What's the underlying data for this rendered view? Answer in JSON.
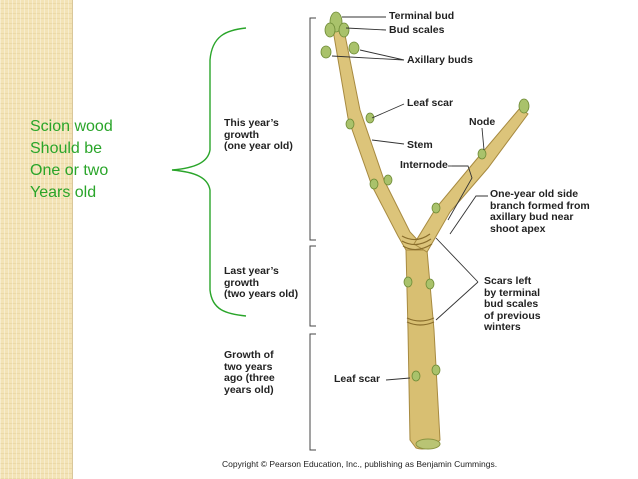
{
  "side_note": {
    "lines": [
      "Scion wood",
      "Should be",
      "One or two",
      "Years old"
    ],
    "color": "#2aa52a"
  },
  "labels": {
    "terminal_bud": "Terminal bud",
    "bud_scales": "Bud scales",
    "axillary_buds": "Axillary buds",
    "leaf_scar_top": "Leaf scar",
    "node": "Node",
    "stem": "Stem",
    "internode": "Internode",
    "side_branch": "One-year old side\nbranch formed from\naxillary bud near\nshoot apex",
    "scars": "Scars left\nby terminal\nbud scales\nof previous\nwinters",
    "leaf_scar_bottom": "Leaf scar",
    "this_year": "This year’s\ngrowth\n(one year old)",
    "last_year": "Last year’s\ngrowth\n(two years old)",
    "two_years_ago": "Growth of\ntwo years\nago (three\nyears old)"
  },
  "copyright": "Copyright © Pearson Education, Inc., publishing as Benjamin Cummings.",
  "colors": {
    "stem": "#d8bf72",
    "stem_dark": "#b89a4c",
    "bud": "#a9c26b",
    "bracket_green": "#2aa52a"
  }
}
